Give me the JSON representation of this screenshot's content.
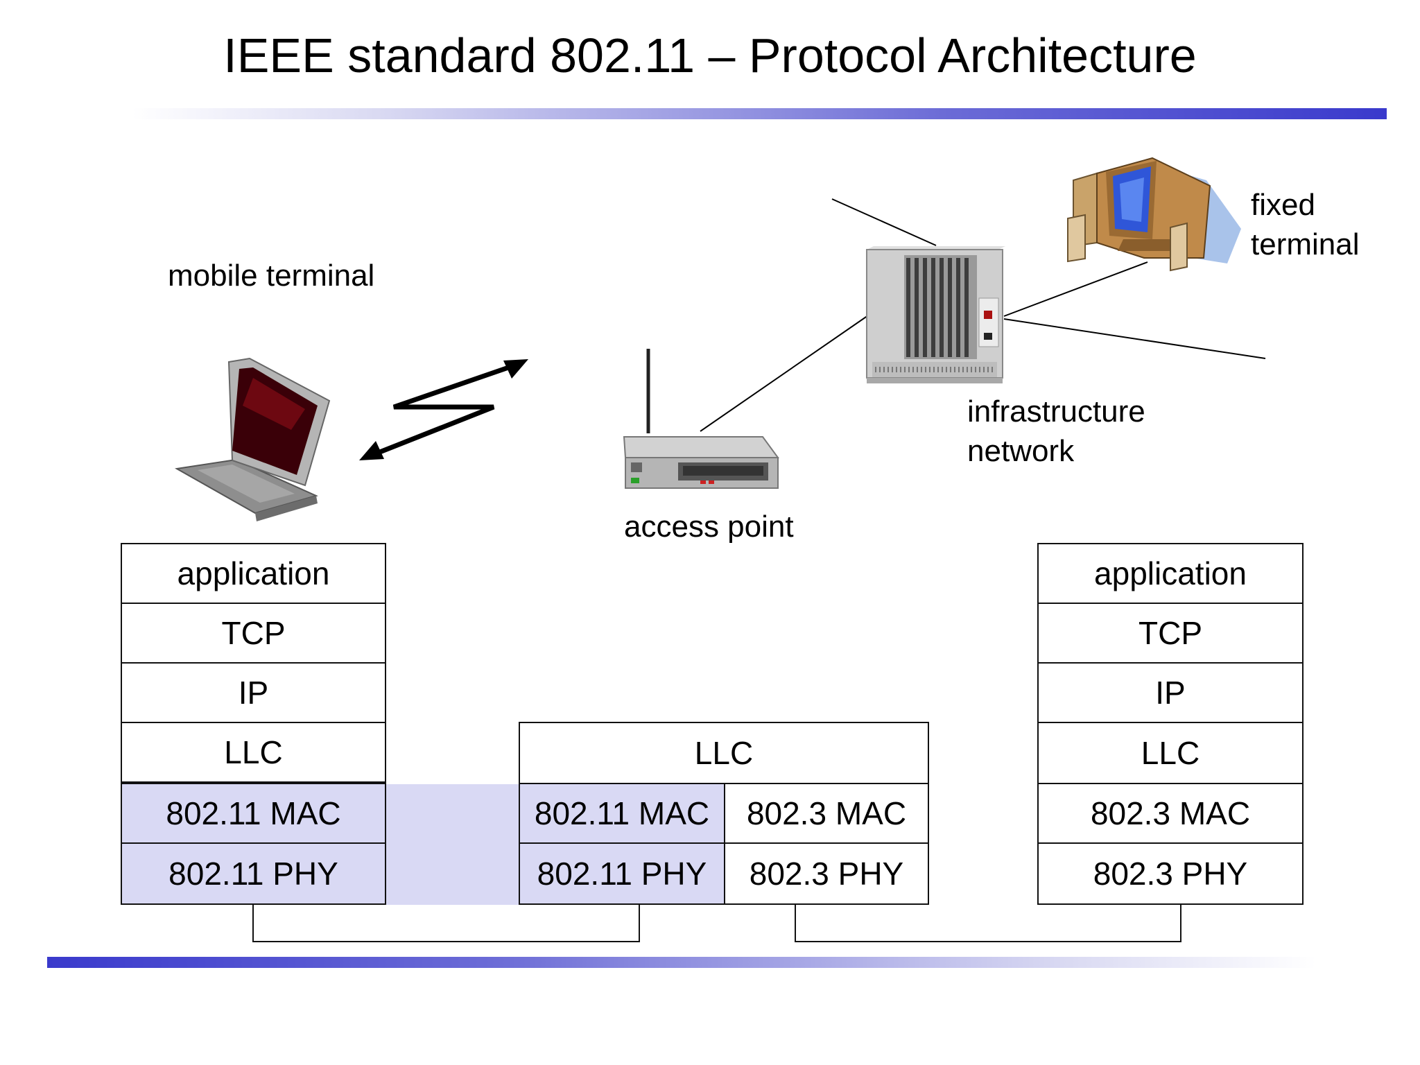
{
  "title": "IEEE standard 802.11 – Protocol Architecture",
  "labels": {
    "mobile_terminal": "mobile terminal",
    "fixed_terminal_line1": "fixed",
    "fixed_terminal_line2": "terminal",
    "infrastructure_line1": "infrastructure",
    "infrastructure_line2": "network",
    "access_point": "access point"
  },
  "stacks": {
    "mobile": [
      "application",
      "TCP",
      "IP",
      "LLC",
      "802.11 MAC",
      "802.11 PHY"
    ],
    "access_point": {
      "llc": "LLC",
      "wireless": [
        "802.11 MAC",
        "802.11 PHY"
      ],
      "wired": [
        "802.3 MAC",
        "802.3 PHY"
      ]
    },
    "fixed": [
      "application",
      "TCP",
      "IP",
      "LLC",
      "802.3 MAC",
      "802.3 PHY"
    ]
  },
  "colors": {
    "wireless_fill": "#d9d9f4",
    "accent_bar": "#3a3acc"
  }
}
